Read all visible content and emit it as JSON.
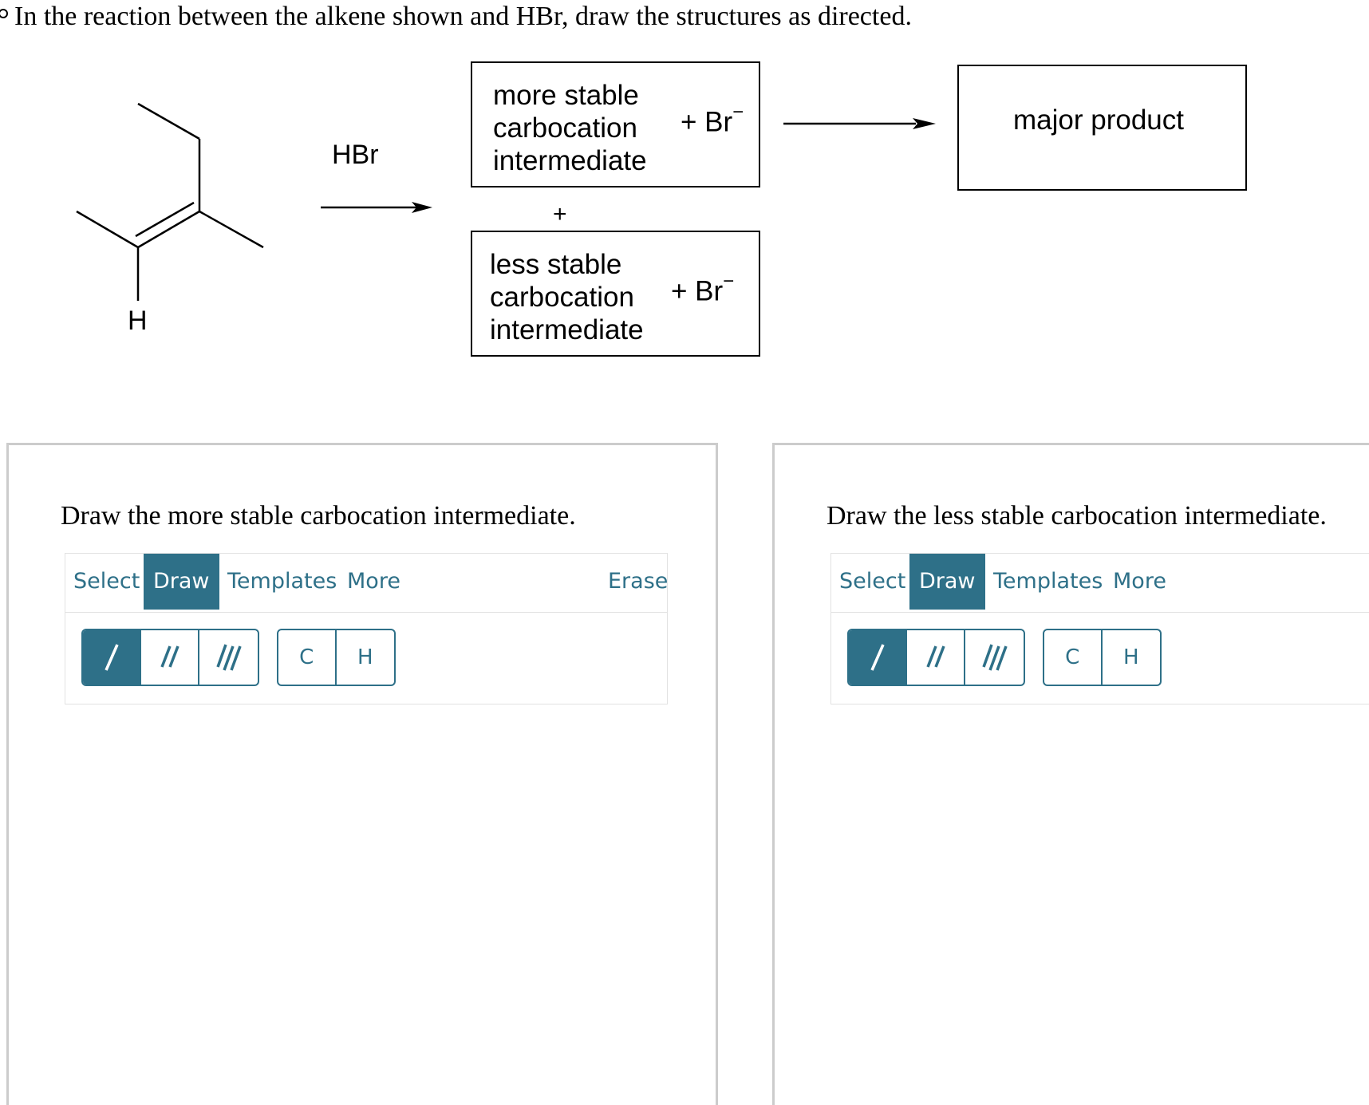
{
  "question": "In the reaction between the alkene shown and HBr, draw the structures as directed.",
  "scheme": {
    "atom_h": "H",
    "reagent": "HBr",
    "more_stable_lines": [
      "more stable",
      "carbocation",
      "intermediate"
    ],
    "less_stable_lines": [
      "less stable",
      "carbocation",
      "intermediate"
    ],
    "br_ion": "+ Br",
    "br_charge": "−",
    "plus": "+",
    "major_product": "major product"
  },
  "panels": [
    {
      "title": "Draw the more stable carbocation intermediate.",
      "tabs": [
        "Select",
        "Draw",
        "Templates",
        "More"
      ],
      "active_tab": "Draw",
      "erase_label": "Erase",
      "atom_buttons": [
        "C",
        "H"
      ]
    },
    {
      "title": "Draw the less stable carbocation intermediate.",
      "tabs": [
        "Select",
        "Draw",
        "Templates",
        "More"
      ],
      "active_tab": "Draw",
      "atom_buttons": [
        "C",
        "H"
      ]
    }
  ],
  "colors": {
    "accent": "#2e7088",
    "panel_border": "#cccccc"
  }
}
